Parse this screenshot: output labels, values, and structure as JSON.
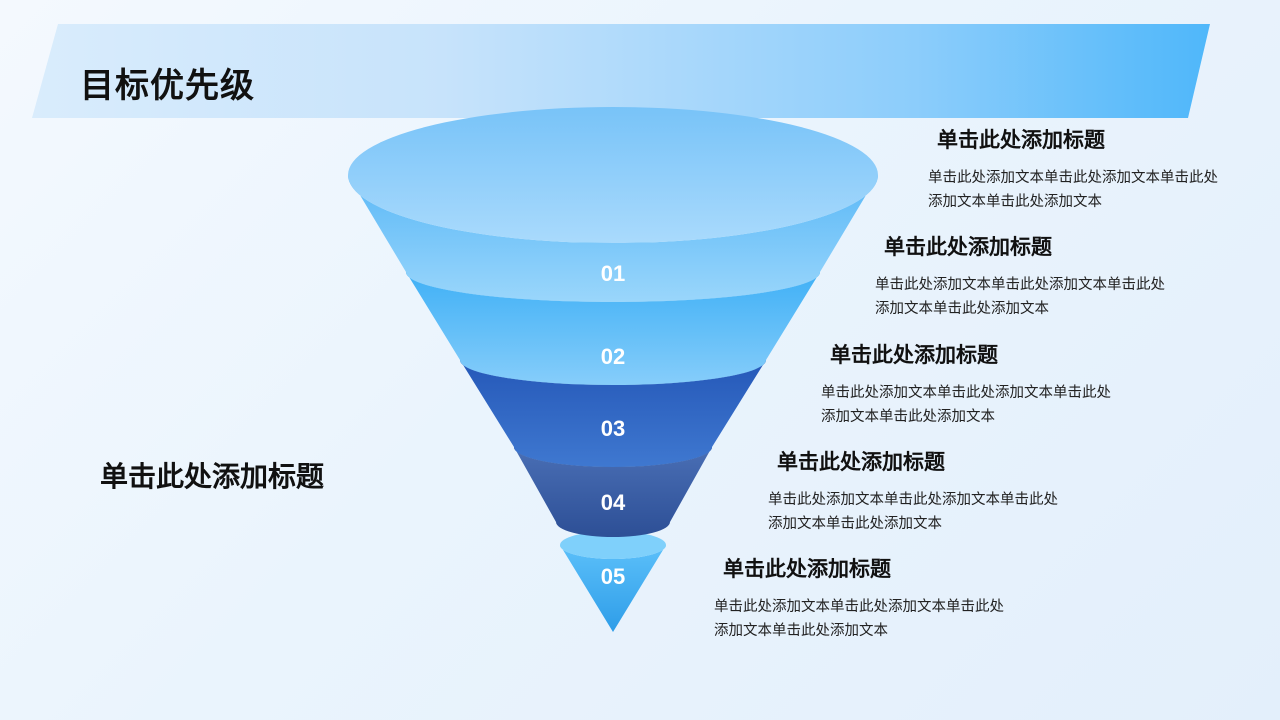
{
  "slide": {
    "title": "目标优先级",
    "side_title": "单击此处添加标题"
  },
  "funnel": {
    "levels": [
      {
        "number": "01",
        "title": "单击此处添加标题",
        "text": "单击此处添加文本单击此处添加文本单击此处添加文本单击此处添加文本"
      },
      {
        "number": "02",
        "title": "单击此处添加标题",
        "text": "单击此处添加文本单击此处添加文本单击此处添加文本单击此处添加文本"
      },
      {
        "number": "03",
        "title": "单击此处添加标题",
        "text": "单击此处添加文本单击此处添加文本单击此处添加文本单击此处添加文本"
      },
      {
        "number": "04",
        "title": "单击此处添加标题",
        "text": "单击此处添加文本单击此处添加文本单击此处添加文本单击此处添加文本"
      },
      {
        "number": "05",
        "title": "单击此处添加标题",
        "text": "单击此处添加文本单击此处添加文本单击此处添加文本单击此处添加文本"
      }
    ]
  },
  "colors": {
    "banner_light": "#d2e7fb",
    "banner_dark": "#4fb7fa",
    "level_1": "#6ec2f8",
    "level_2": "#4fb3f5",
    "level_3": "#2f63c0",
    "level_4": "#3a5fa6",
    "level_5": "#3aa8f0"
  }
}
